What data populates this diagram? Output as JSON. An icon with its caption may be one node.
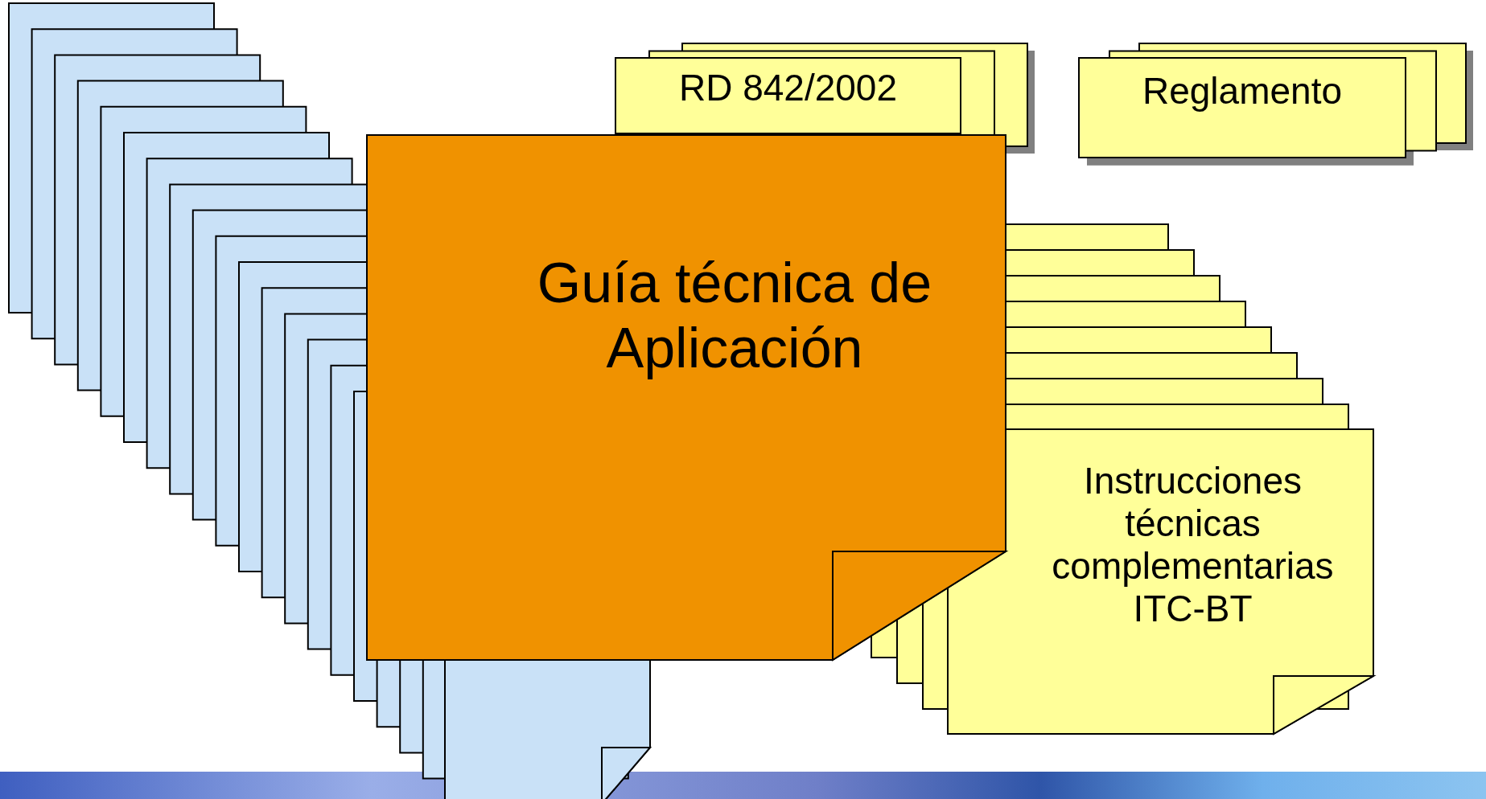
{
  "diagram": {
    "nodes": [
      {
        "text": [],
        "shape": "box"
      },
      {
        "text": [
          "RD 842/2002"
        ]
      },
      {
        "text": [
          "Reglamento"
        ]
      },
      {
        "text": [
          "Guía técnica de Aplicación"
        ]
      },
      {
        "text": [
          "Instrucciones técnicas complementarias ITC-BT"
        ]
      }
    ]
  }
}
